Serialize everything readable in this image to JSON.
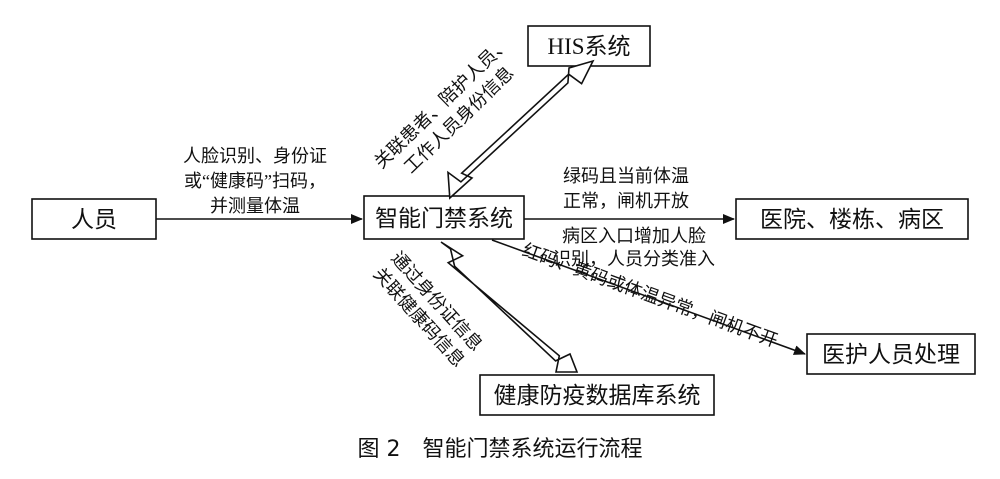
{
  "nodes": {
    "person": "人员",
    "his": "HIS系统",
    "gate": "智能门禁系统",
    "hospital": "医院、楼栋、病区",
    "staff": "医护人员处理",
    "health_db": "健康防疫数据库系统"
  },
  "edges": {
    "person_to_gate": [
      "人脸识别、身份证",
      "或“健康码”扫码，",
      "并测量体温"
    ],
    "gate_his": [
      "关联患者、陪护人员、",
      "工作人员身份信息"
    ],
    "gate_to_hospital_top": [
      "绿码且当前体温",
      "正常，闸机开放"
    ],
    "gate_to_hospital_bottom": [
      "病区入口增加人脸",
      "识别，人员分类准入"
    ],
    "gate_to_staff": "红码、黄码或体温异常，闸机不开",
    "gate_health_db": [
      "通过身份证信息",
      "关联健康码信息"
    ]
  },
  "caption": "图 2　智能门禁系统运行流程"
}
